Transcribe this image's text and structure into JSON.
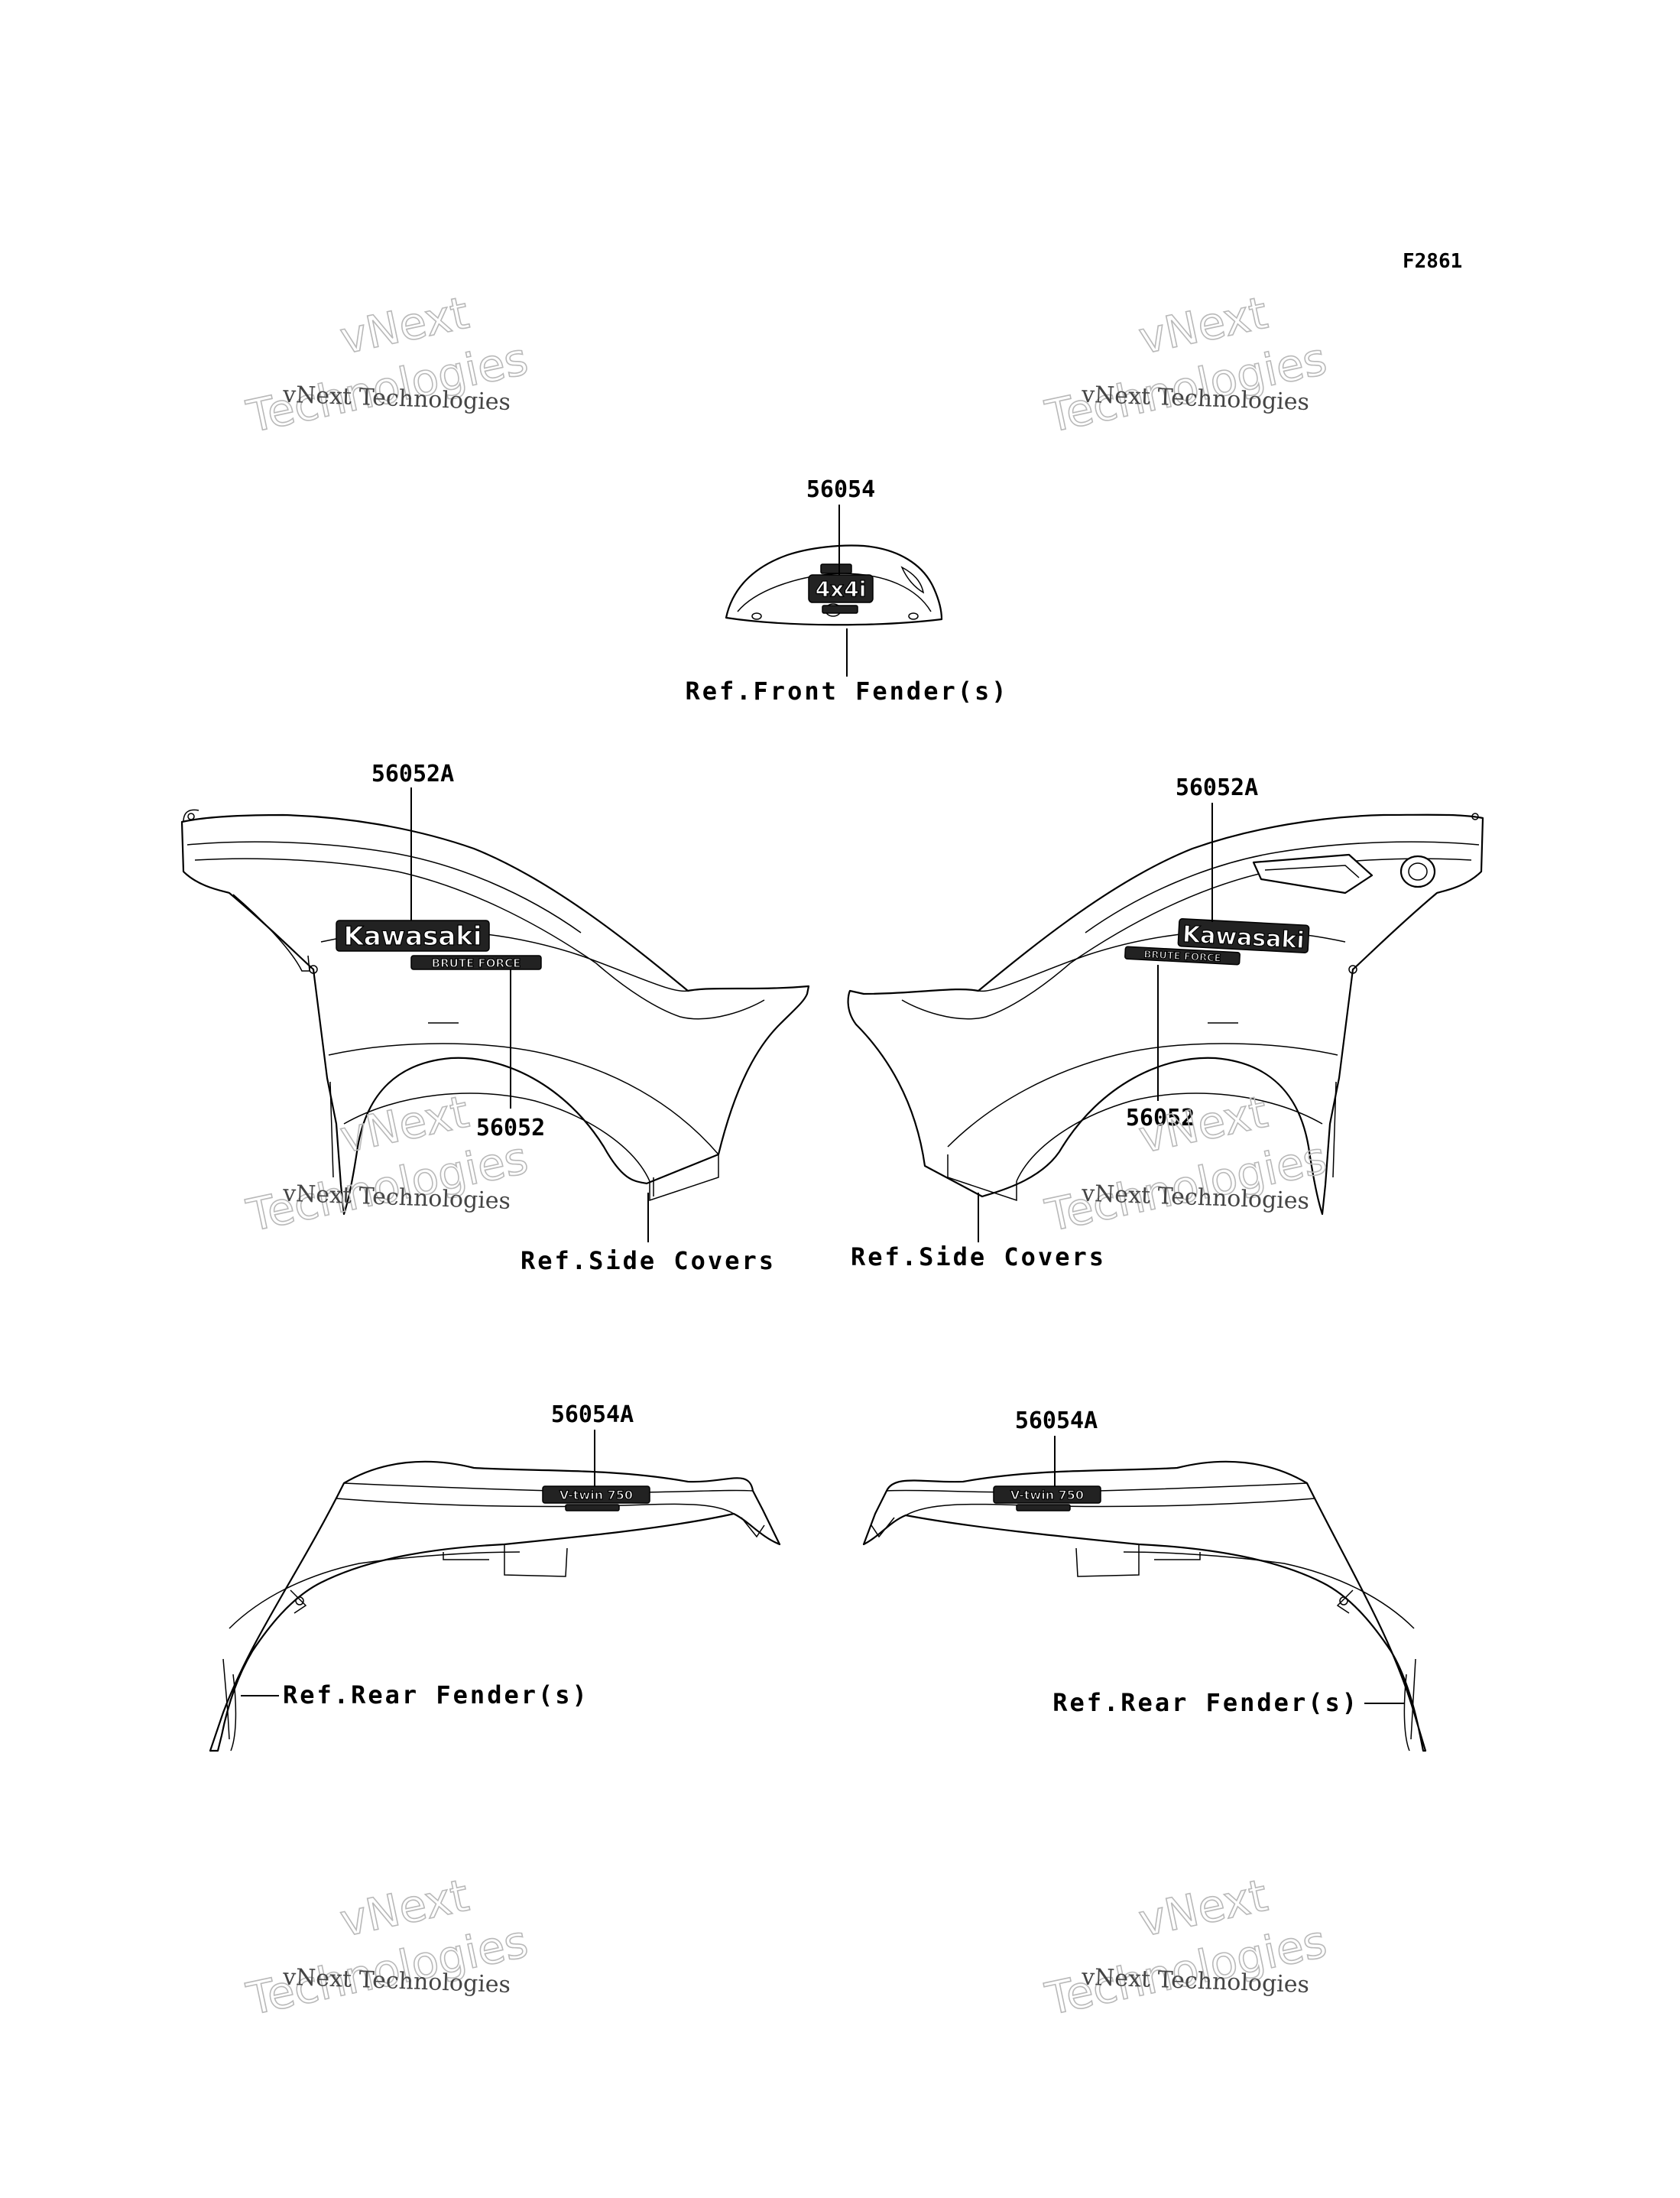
{
  "figure_id": "F2861",
  "parts": {
    "front_fender_decal": {
      "number": "56054",
      "ref": "Ref.Front Fender(s)"
    },
    "left_cover_upper": {
      "number": "56052A"
    },
    "left_cover_lower": {
      "number": "56052"
    },
    "left_ref": "Ref.Side Covers",
    "right_cover_upper": {
      "number": "56052A"
    },
    "right_cover_lower": {
      "number": "56052"
    },
    "right_ref": "Ref.Side Covers",
    "rear_left": {
      "number": "56054A",
      "ref": "Ref.Rear Fender(s)"
    },
    "rear_right": {
      "number": "56054A",
      "ref": "Ref.Rear Fender(s)"
    }
  },
  "decals": {
    "kawasaki": "Kawasaki",
    "brute_force": "BRUTE FORCE",
    "four_by_four": "4x4i",
    "v_twin": "V-twin 750"
  },
  "watermark": {
    "big_line1": "vNext",
    "big_line2": "Technologies",
    "small": "vNext Technologies",
    "color": "#b9b9b9"
  }
}
